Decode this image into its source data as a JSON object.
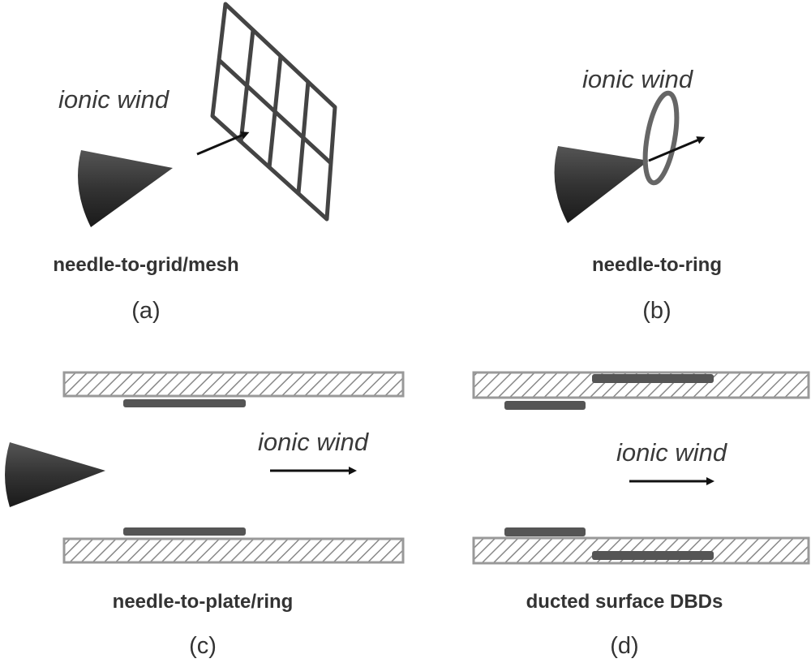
{
  "panels": {
    "a": {
      "wind_label": "ionic wind",
      "title": "needle-to-grid/mesh",
      "tag": "(a)"
    },
    "b": {
      "wind_label": "ionic wind",
      "title": "needle-to-ring",
      "tag": "(b)"
    },
    "c": {
      "wind_label": "ionic wind",
      "title": "needle-to-plate/ring",
      "tag": "(c)"
    },
    "d": {
      "wind_label": "ionic wind",
      "title": "ducted surface DBDs",
      "tag": "(d)"
    }
  },
  "colors": {
    "needle": "#2b2b2b",
    "electrode": "#555555",
    "dielectric_outline": "#999999",
    "grid": "#444444"
  }
}
